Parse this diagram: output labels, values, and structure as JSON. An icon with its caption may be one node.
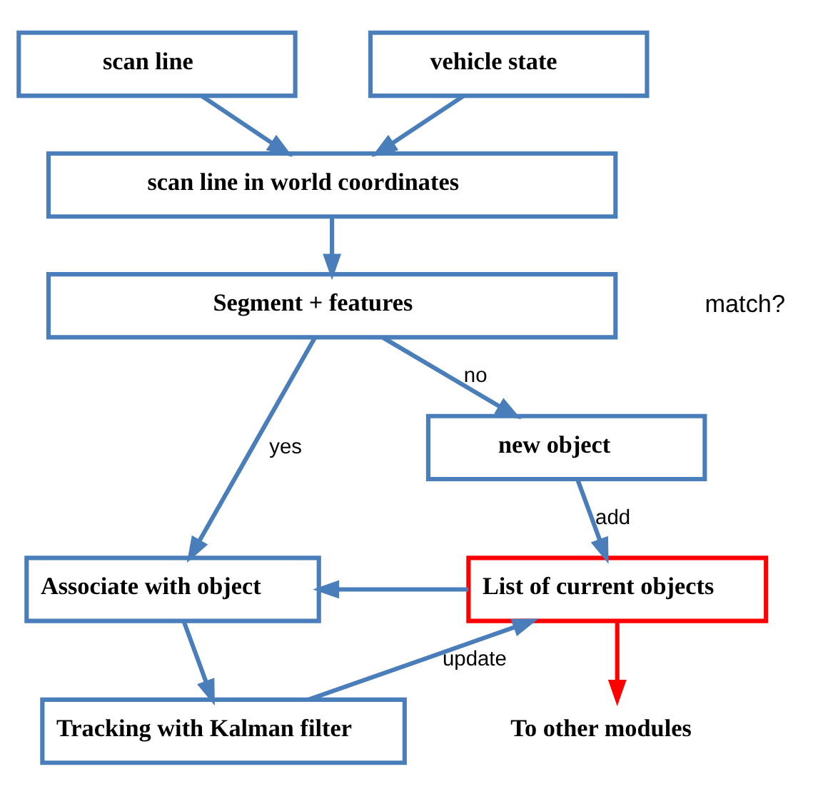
{
  "diagram": {
    "nodes": [
      {
        "text": [
          "scan line"
        ]
      },
      {
        "text": [
          "vehicle state"
        ]
      },
      {
        "text": [
          "scan line in world coordinates"
        ]
      },
      {
        "text": [
          "Segment + features"
        ]
      },
      {
        "text": [
          "new object"
        ]
      },
      {
        "text": [
          "Associate with object"
        ]
      },
      {
        "text": [
          "List of current objects"
        ]
      },
      {
        "text": [
          "Tracking with Kalman filter"
        ]
      },
      {
        "text": [
          "To other modules"
        ]
      }
    ],
    "edges": [
      {
        "from": 0,
        "to": 2,
        "arrow": "to"
      },
      {
        "from": 1,
        "to": 2,
        "arrow": "to"
      },
      {
        "from": 2,
        "to": 3,
        "arrow": "to"
      },
      {
        "from": 3,
        "to": 5,
        "arrow": "to",
        "label": "yes"
      },
      {
        "from": 3,
        "to": 4,
        "arrow": "to",
        "label": "no"
      },
      {
        "from": 4,
        "to": 6,
        "arrow": "to",
        "label": "add"
      },
      {
        "from": 6,
        "to": 5,
        "arrow": "to"
      },
      {
        "from": 5,
        "to": 7,
        "arrow": "to"
      },
      {
        "from": 7,
        "to": 6,
        "arrow": "to",
        "label": "update"
      },
      {
        "from": 6,
        "to": 8,
        "arrow": "to",
        "color": "#ff0000"
      }
    ],
    "labels": [
      "match?"
    ]
  }
}
